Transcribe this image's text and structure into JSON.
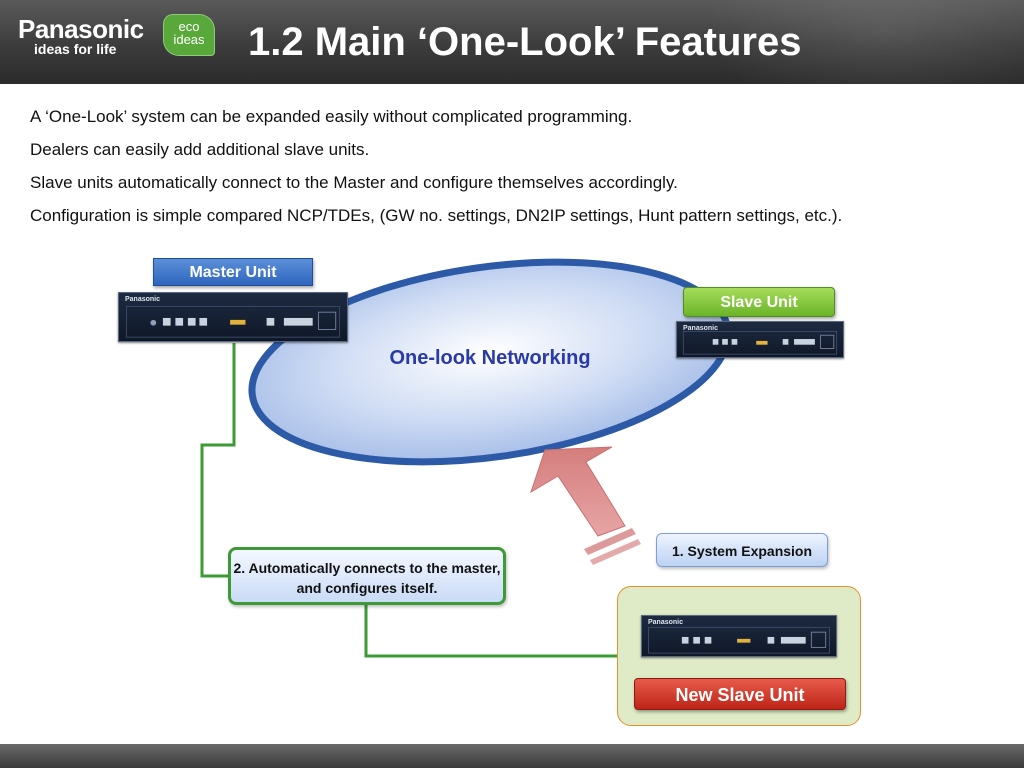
{
  "header": {
    "brand": "Panasonic",
    "tagline": "ideas for life",
    "eco_badge": [
      "eco",
      "ideas"
    ],
    "title": "1.2   Main ‘One-Look’ Features"
  },
  "body_lines": [
    "A ‘One-Look’ system can be expanded easily without complicated programming.",
    "Dealers can easily add additional slave units.",
    "Slave units automatically connect to the Master and configure themselves accordingly.",
    "Configuration is simple compared NCP/TDEs, (GW no. settings, DN2IP settings, Hunt pattern settings, etc.)."
  ],
  "diagram": {
    "master_unit": "Master Unit",
    "slave_unit": "Slave Unit",
    "network": "One-look Networking",
    "system_expansion": "1. System Expansion",
    "auto_connect": "2. Automatically connects to the master, and configures itself.",
    "new_slave_unit": "New Slave Unit",
    "device_brand": "Panasonic"
  },
  "colors": {
    "master_label": "#2f66bd",
    "slave_label": "#6ab429",
    "network_text": "#2a3aa8",
    "network_border": "#2d5aa6",
    "connector_line": "#3e9a36",
    "expansion_arrow": "#d88888",
    "new_slave_label": "#bd2418",
    "panel_background": "#dfeac6"
  }
}
